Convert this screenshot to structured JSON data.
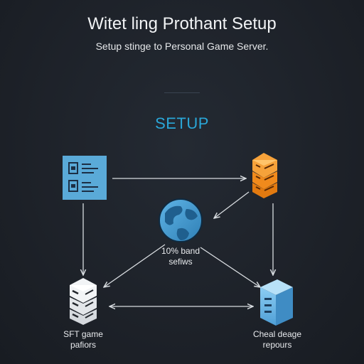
{
  "header": {
    "title": "Witet ling Prothant Setup",
    "subtitle": "Setup stinge to Personal Game Server."
  },
  "diagram": {
    "heading": "SETUP",
    "nodes": {
      "config": {
        "icon": "document-list-icon",
        "color": "#5aaad8"
      },
      "server_top": {
        "icon": "server-stack-icon",
        "color": "#f08a1c"
      },
      "globe": {
        "icon": "globe-icon",
        "color": "#2f7fb5",
        "label_line1": "10% band",
        "label_line2": "sefiws"
      },
      "game_server": {
        "icon": "server-stack-icon",
        "color": "#e8eaec",
        "label_line1": "SFT game",
        "label_line2": "pafiors"
      },
      "cloud_storage": {
        "icon": "storage-cube-icon",
        "color": "#6ab8e8",
        "label_line1": "Cheal deage",
        "label_line2": "repours"
      }
    }
  }
}
